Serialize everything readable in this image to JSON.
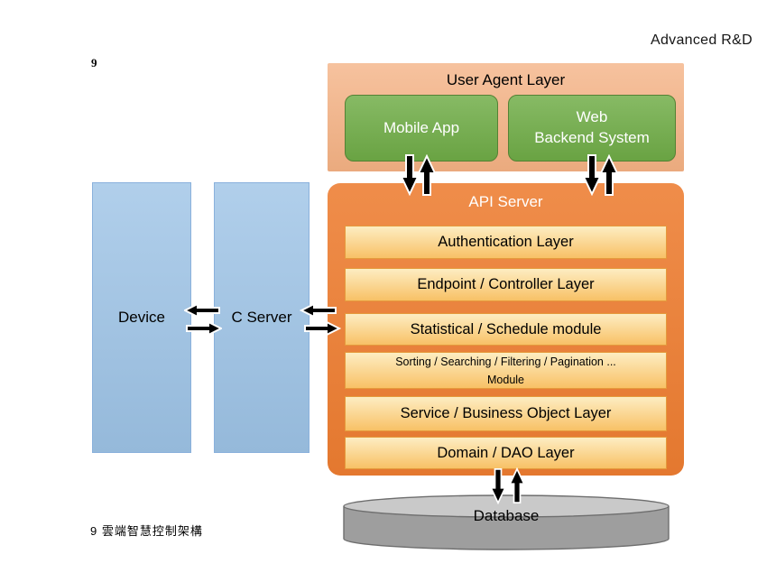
{
  "page": {
    "watermark": "Advanced R&D",
    "slide_number": "9",
    "caption": "9 雲端智慧控制架構"
  },
  "user_agent_layer": {
    "title": "User Agent Layer",
    "mobile_app_label": "Mobile App",
    "web_backend_line1": "Web",
    "web_backend_line2": "Backend System"
  },
  "api_server": {
    "title": "API Server",
    "layers": [
      {
        "label": "Authentication Layer"
      },
      {
        "label": "Endpoint / Controller Layer"
      },
      {
        "label": "Statistical / Schedule  module"
      },
      {
        "line1": "Sorting / Searching / Filtering / Pagination ...",
        "line2": "Module"
      },
      {
        "label": "Service / Business Object Layer"
      },
      {
        "label": "Domain / DAO Layer"
      }
    ]
  },
  "nodes": {
    "device": "Device",
    "c_server": "C Server"
  },
  "database": {
    "label": "Database"
  },
  "colors": {
    "salmon": "#F4B183",
    "green": "#70AD47",
    "green-border": "#548235",
    "orange": "#ED7D31",
    "layer-top": "#FDEDC2",
    "layer-bottom": "#F8C166",
    "layer-border": "#E59A3C",
    "blue": "#9DC3E6",
    "blue-border": "#8AB1DC",
    "db-gray": "#9E9E9E",
    "db-gray-light": "#C9C9C9",
    "db-border": "#6E6E6E",
    "ink": "#000000"
  }
}
